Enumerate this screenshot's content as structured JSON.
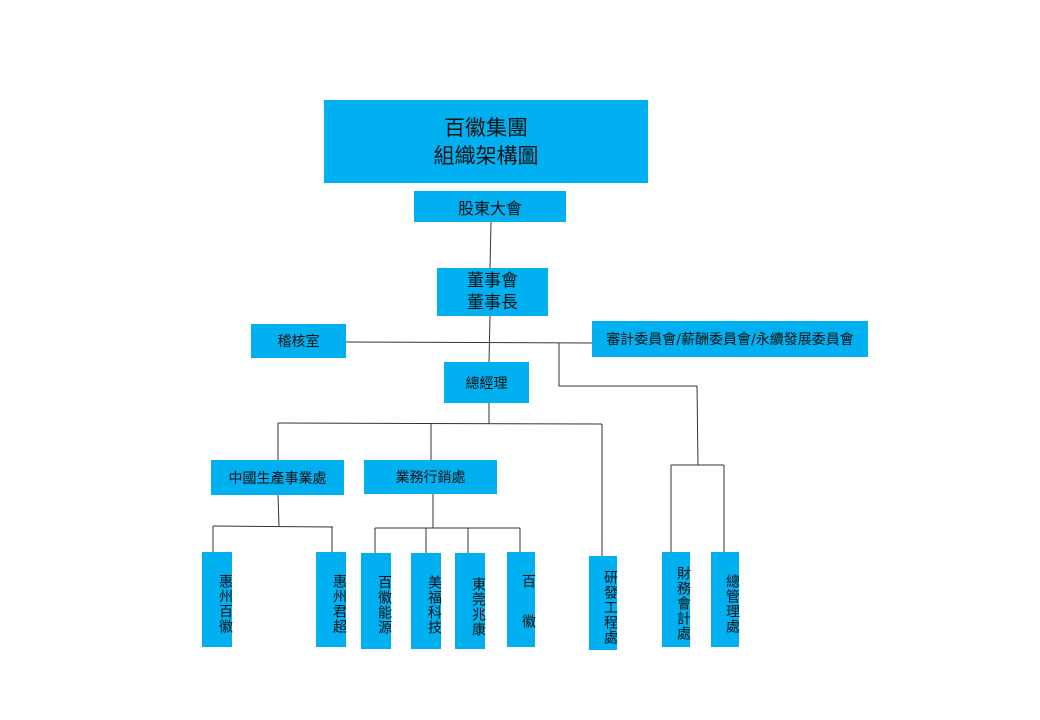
{
  "title": {
    "line1": "百徽集團",
    "line2": "組織架構圖"
  },
  "nodes": {
    "shareholders": "股東大會",
    "board": {
      "line1": "董事會",
      "line2": "董事長"
    },
    "audit_office": "稽核室",
    "committees": "審計委員會/薪酬委員會/永續發展委員會",
    "general_manager": "總經理",
    "china_production": "中國生產事業處",
    "sales_marketing": "業務行銷處",
    "huizhou_baihui": "惠州百徽",
    "huizhou_junchao": "惠州君超",
    "baihui_energy": "百徽能源",
    "meifu_tech": "美福科技",
    "dongguan_zhaokang": "東莞兆康",
    "baihui": "百　徽",
    "rd_engineering": "研發工程處",
    "finance_accounting": "財務會計處",
    "general_admin": "總管理處"
  },
  "colors": {
    "box": "#00b0f0",
    "line": "#333333"
  }
}
